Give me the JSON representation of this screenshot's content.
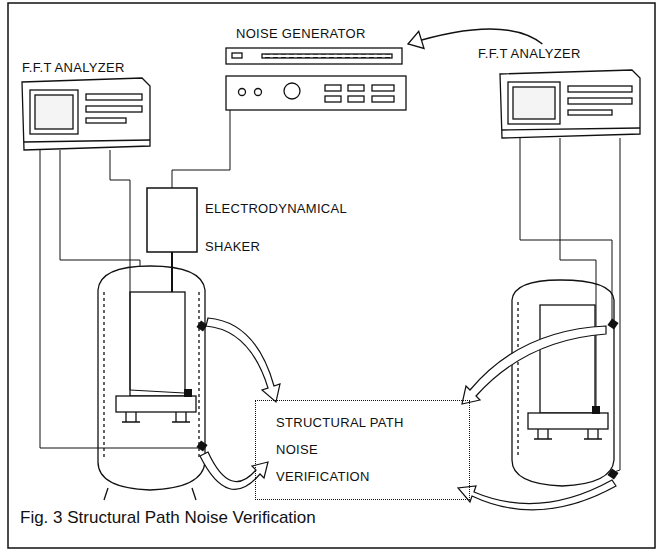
{
  "diagram": {
    "caption": "Fig. 3 Structural Path Noise Verification",
    "nodes": [
      {
        "text": [
          "F.F.T ANALYZER"
        ]
      },
      {
        "text": [
          "NOISE GENERATOR"
        ]
      },
      {
        "text": [
          "F.F.T ANALYZER"
        ]
      },
      {
        "text": [
          "ELECTRODYNAMICAL SHAKER"
        ]
      },
      {
        "text": [
          "STRUCTURAL PATH NOISE VERIFICATION"
        ]
      }
    ],
    "edges": [
      {
        "from": 2,
        "to": 1,
        "arrow": "to"
      }
    ]
  }
}
